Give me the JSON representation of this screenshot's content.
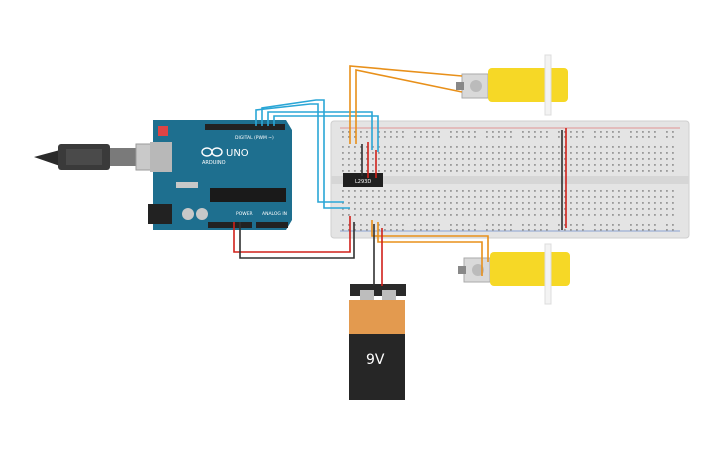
{
  "arduino": {
    "brand": "ARDUINO",
    "model": "UNO",
    "digital_header": "DIGITAL (PWM ~)",
    "power_label": "POWER",
    "analog_label": "ANALOG IN"
  },
  "ic": {
    "label": "L293D"
  },
  "battery": {
    "label": "9V"
  },
  "colors": {
    "arduino": "#1e6f8f",
    "breadboard": "#e4e4e4",
    "battery_top": "#e39a4f",
    "battery_body": "#262626",
    "motor": "#f6d826",
    "wire_orange": "#e8901a",
    "wire_blue": "#2aa6d6",
    "wire_red": "#d0201a",
    "wire_black": "#303030"
  }
}
